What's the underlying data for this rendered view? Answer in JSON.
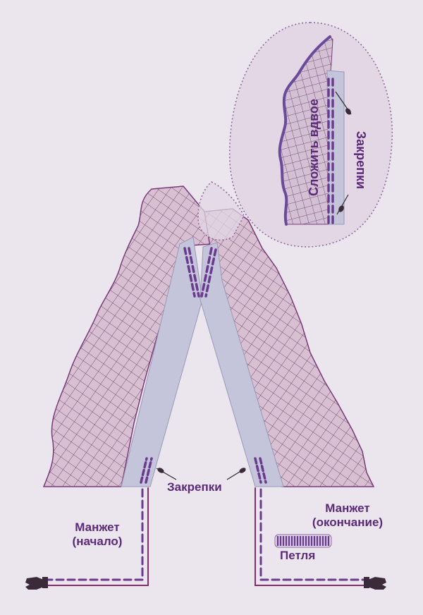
{
  "labels": {
    "fold_in_half": "Сложить вдвое",
    "pins_callout": "Закрепки",
    "pins_bottom": "Закрепки",
    "cuff_start_line1": "Манжет",
    "cuff_start_line2": "(начало)",
    "cuff_end_line1": "Манжет",
    "cuff_end_line2": "(окончание)",
    "loop": "Петля"
  },
  "colors": {
    "background": "#ebe6ee",
    "net_fill": "#d8c0d2",
    "net_hatch": "#5a3a5a",
    "net_outline": "#7a3a7a",
    "strip": "#c4c4da",
    "stitch": "#6a3a8e",
    "cuff_line": "#8a2a6a",
    "label": "#5a2a78",
    "callout_fill": "#e3d7e6",
    "callout_border": "#8e6c9e"
  },
  "icons": [
    "pin-icon",
    "pointing-hand-icon"
  ]
}
